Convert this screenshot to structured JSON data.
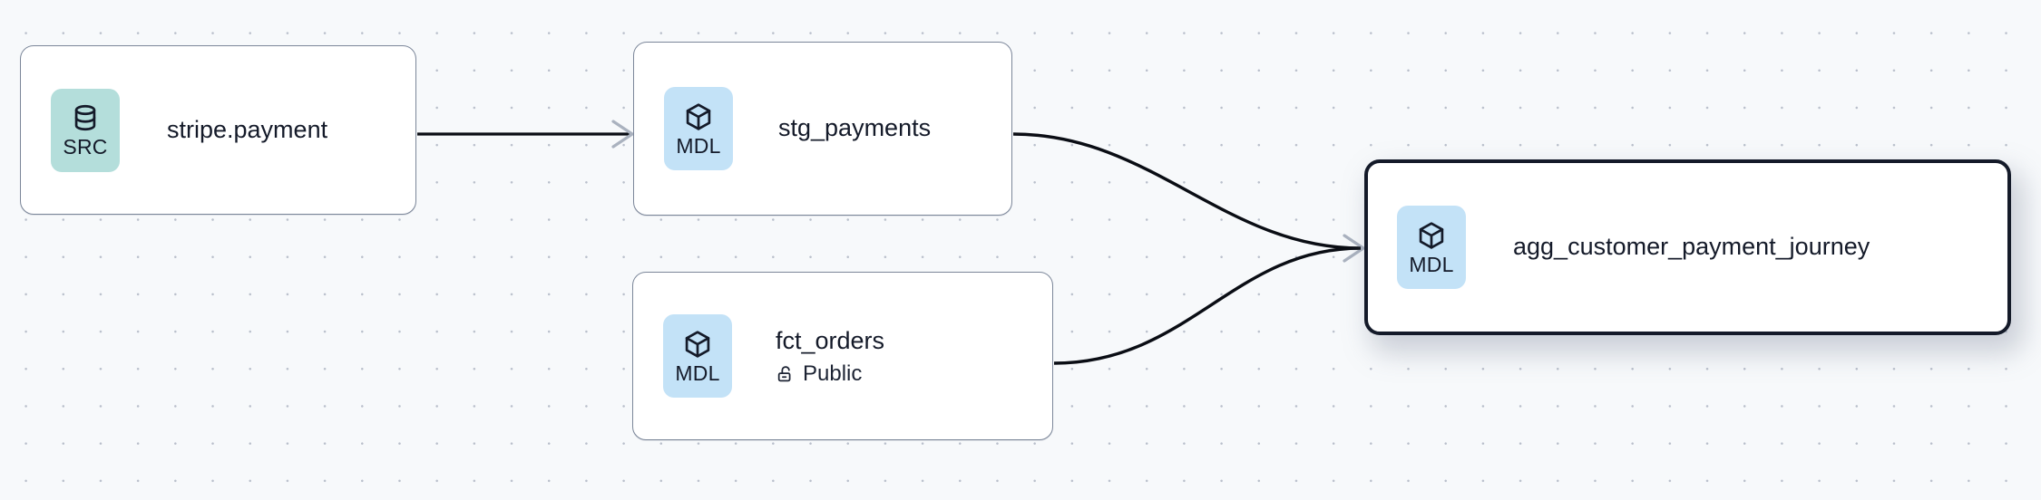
{
  "canvas": {
    "background_color": "#f7f9fb",
    "grid_dot_color": "#b9bfcb",
    "type": "lineage-graph"
  },
  "palette": {
    "source_badge": "#b4dedb",
    "model_badge": "#c3e2f7",
    "node_border": "#7b8699",
    "selected_border": "#141a29",
    "text": "#141a29",
    "edge": "#0a0d14",
    "arrowhead": "#aab2bf"
  },
  "nodes": [
    {
      "id": "stripe-payment",
      "title": "stripe.payment",
      "badge_label": "SRC",
      "badge_icon": "database-icon",
      "badge_kind": "source",
      "subtitle": null,
      "selected": false
    },
    {
      "id": "stg-payments",
      "title": "stg_payments",
      "badge_label": "MDL",
      "badge_icon": "cube-icon",
      "badge_kind": "model",
      "subtitle": null,
      "selected": false
    },
    {
      "id": "fct-orders",
      "title": "fct_orders",
      "badge_label": "MDL",
      "badge_icon": "cube-icon",
      "badge_kind": "model",
      "subtitle": "Public",
      "subtitle_icon": "unlock-icon",
      "selected": false
    },
    {
      "id": "agg-customer-payment-journey",
      "title": "agg_customer_payment_journey",
      "badge_label": "MDL",
      "badge_icon": "cube-icon",
      "badge_kind": "model",
      "subtitle": null,
      "selected": true
    }
  ],
  "edges": [
    {
      "id": "edge-stripe-to-stg",
      "from": "stripe-payment",
      "to": "stg-payments",
      "style": "straight"
    },
    {
      "id": "edge-stg-to-agg",
      "from": "stg-payments",
      "to": "agg-customer-payment-journey",
      "style": "bezier"
    },
    {
      "id": "edge-fct-to-agg",
      "from": "fct-orders",
      "to": "agg-customer-payment-journey",
      "style": "bezier"
    }
  ]
}
